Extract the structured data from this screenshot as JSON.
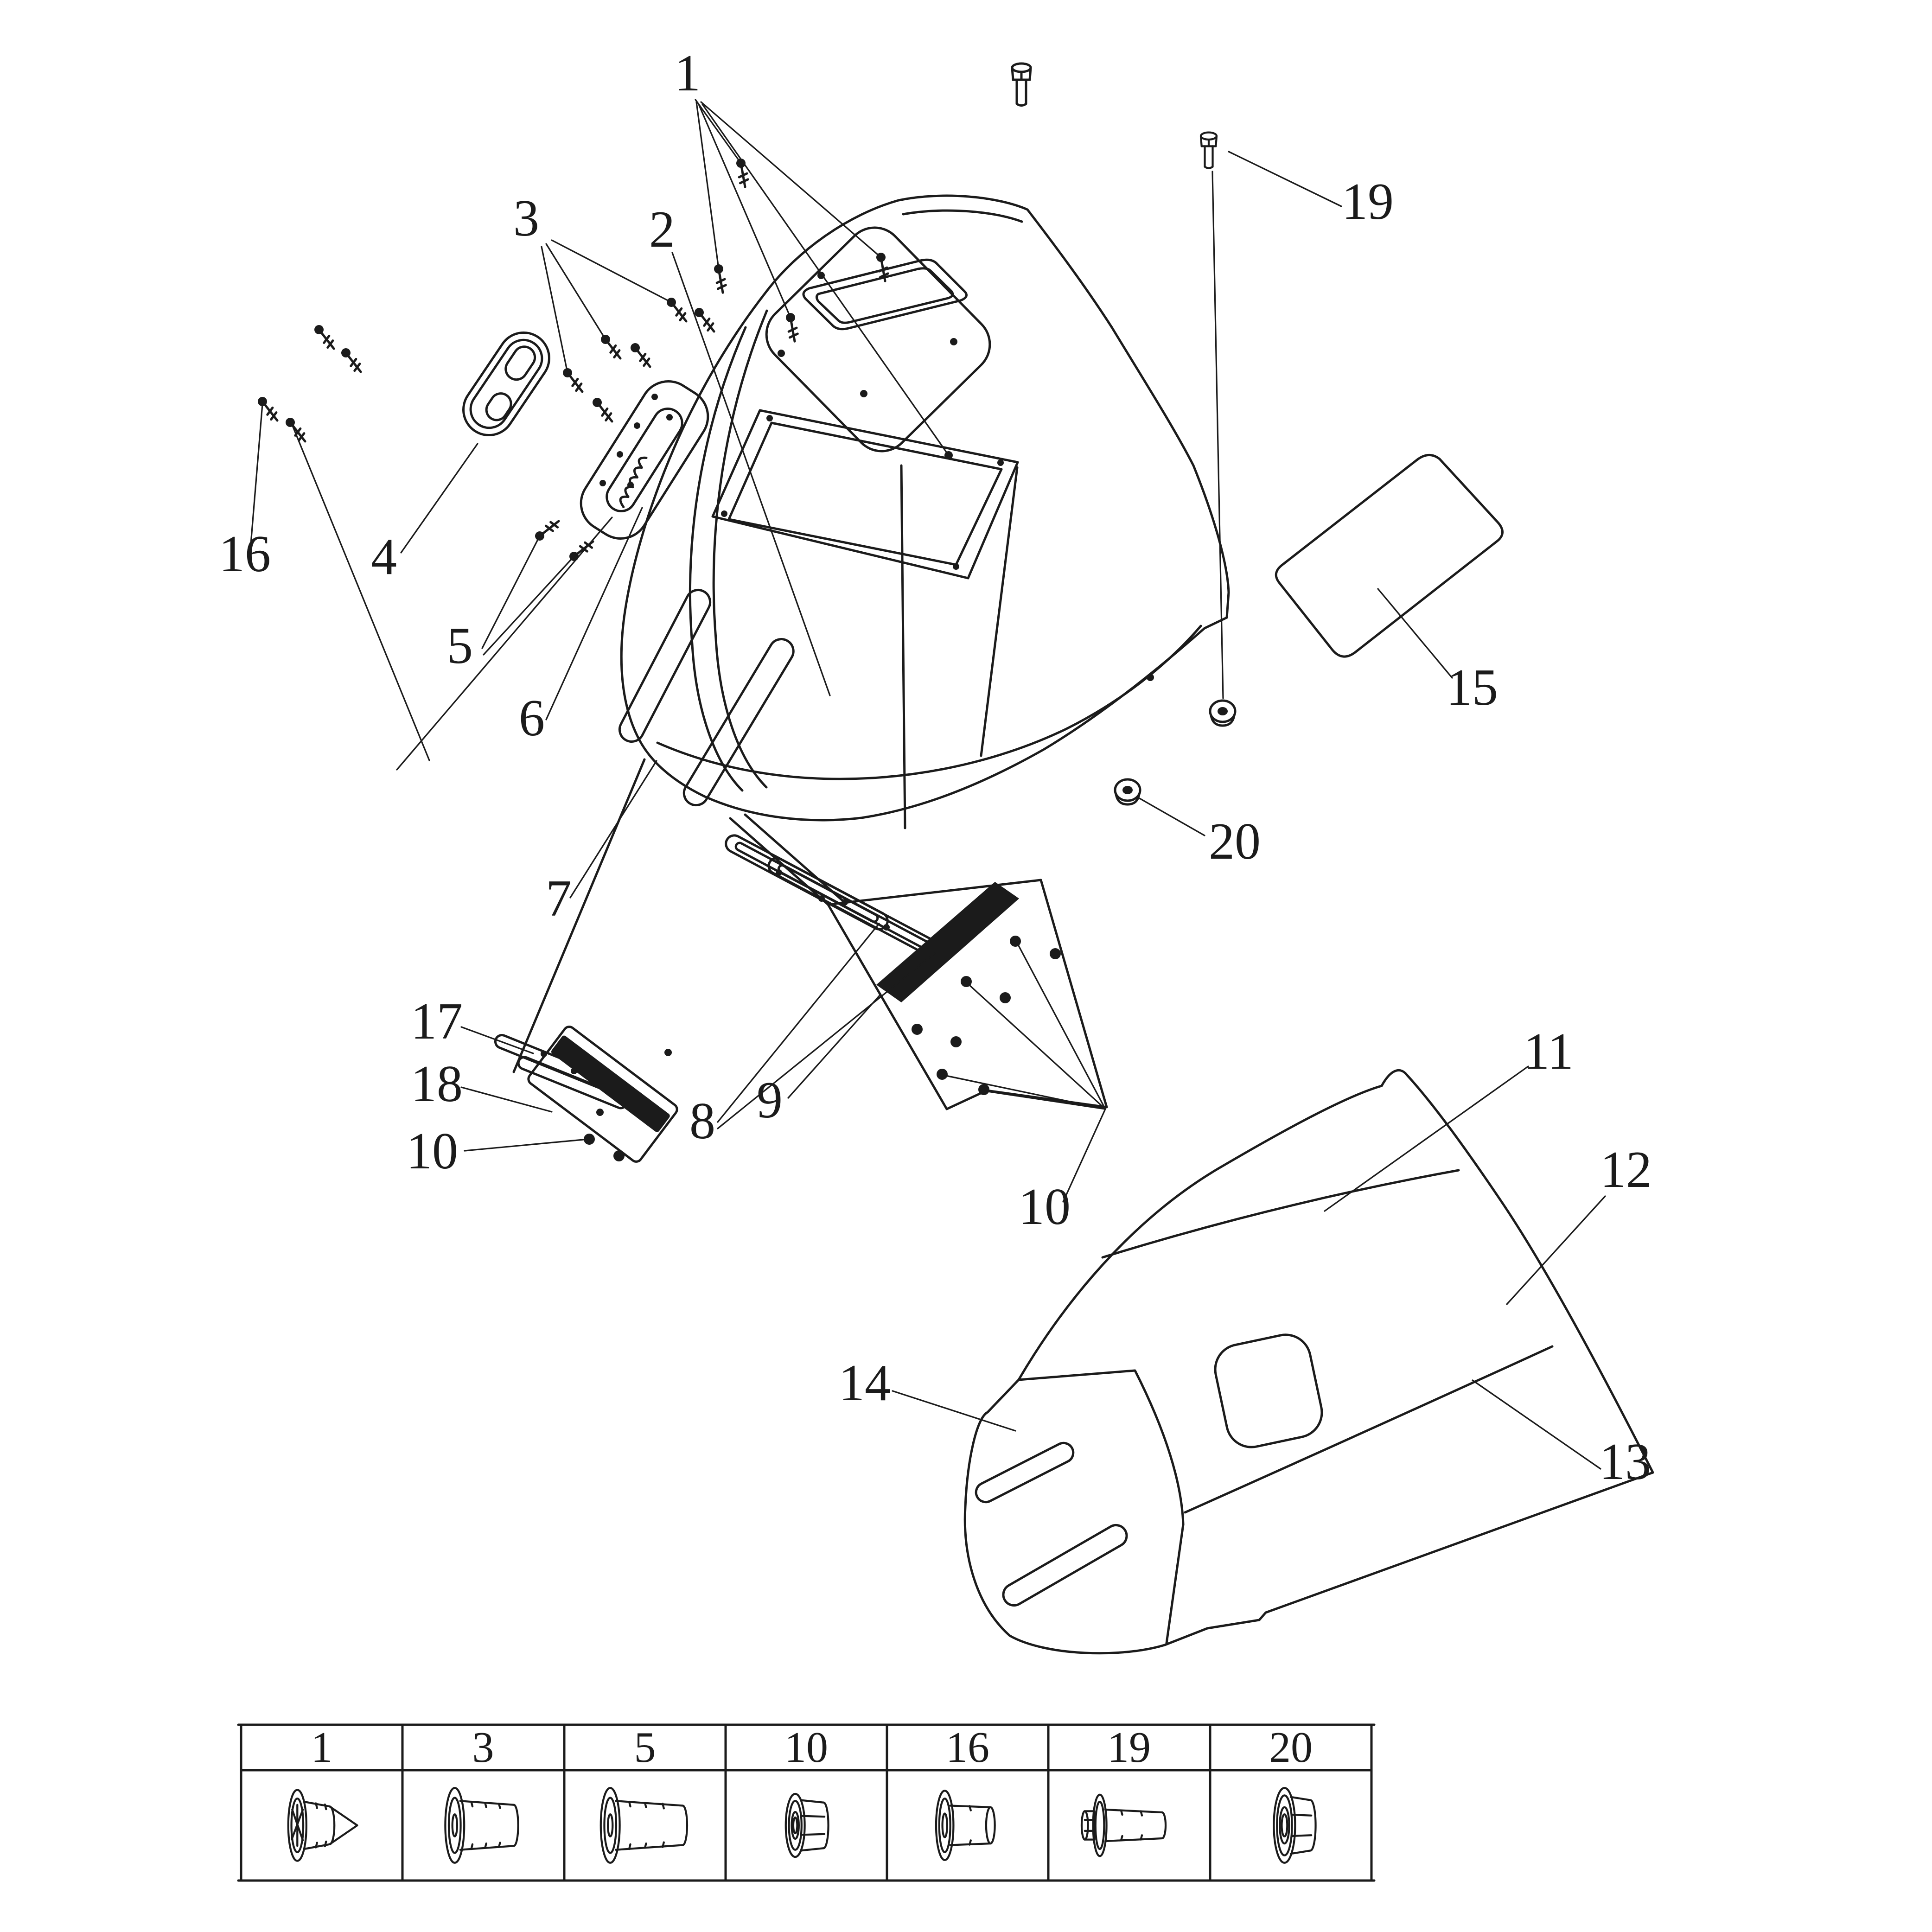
{
  "colors": {
    "background": "#ffffff",
    "ink": "#1b1b1b"
  },
  "callouts": {
    "n1": "1",
    "n2": "2",
    "n3": "3",
    "n4": "4",
    "n5": "5",
    "n6": "6",
    "n7": "7",
    "n8": "8",
    "n9": "9",
    "n10a": "10",
    "n10b": "10",
    "n11": "11",
    "n12": "12",
    "n13": "13",
    "n14": "14",
    "n15": "15",
    "n16": "16",
    "n17": "17",
    "n18": "18",
    "n19": "19",
    "n20": "20"
  },
  "hardware_table": {
    "headers": [
      "1",
      "3",
      "5",
      "10",
      "16",
      "19",
      "20"
    ],
    "icons": [
      {
        "name": "self-tapping-screw-icon"
      },
      {
        "name": "flat-head-screw-icon"
      },
      {
        "name": "flat-head-long-screw-icon"
      },
      {
        "name": "flange-nut-icon"
      },
      {
        "name": "shoulder-screw-icon"
      },
      {
        "name": "hex-flange-bolt-icon"
      },
      {
        "name": "large-flange-nut-icon"
      }
    ]
  }
}
